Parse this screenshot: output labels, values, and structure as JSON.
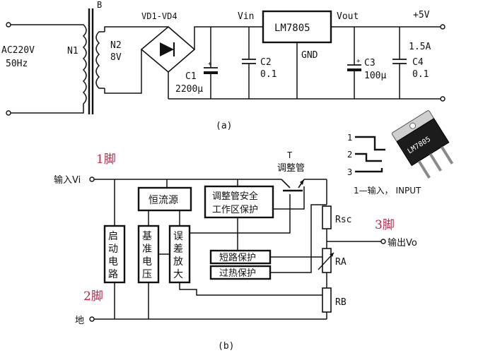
{
  "circuit_a": {
    "label_ac": "AC220V",
    "label_freq": "50Hz",
    "label_n1": "N1",
    "label_b": "B",
    "label_n2": "N2",
    "label_n2_volt": "8V",
    "label_bridge": "VD1-VD4",
    "label_vin": "Vin",
    "label_regulator": "LM7805",
    "label_vout": "Vout",
    "label_out_volt": "+5V",
    "label_out_current": "1.5A",
    "label_gnd": "GND",
    "label_c1": "C1",
    "label_c1_val": "2200μ",
    "label_c2": "C2",
    "label_c2_val": "0.1",
    "label_c3": "C3",
    "label_c3_val": "100μ",
    "label_c4": "C4",
    "label_c4_val": "0.1",
    "caption": "(a)"
  },
  "circuit_b": {
    "pin1": "1脚",
    "pin2": "2脚",
    "pin3": "3脚",
    "input_label": "输入Vi",
    "ground_label": "地",
    "output_label": "输出Vo",
    "transistor_t": "T",
    "transistor_name": "调整管",
    "block_const_current": "恒流源",
    "block_safety_line1": "调整管安全",
    "block_safety_line2": "工作区保护",
    "block_start_chars": [
      "启",
      "动",
      "电",
      "路"
    ],
    "block_ref_chars": [
      "基",
      "准",
      "电",
      "压"
    ],
    "block_err_chars": [
      "误",
      "差",
      "放",
      "大"
    ],
    "block_short": "短路保护",
    "block_overheat": "过热保护",
    "res_rsc": "Rsc",
    "res_ra": "RA",
    "res_rb": "RB",
    "caption": "(b)"
  },
  "package": {
    "part_label": "LM7805",
    "pin_num_1": "1",
    "pin_num_2": "2",
    "pin_num_3": "3",
    "pin_note": "1—输入， INPUT"
  }
}
